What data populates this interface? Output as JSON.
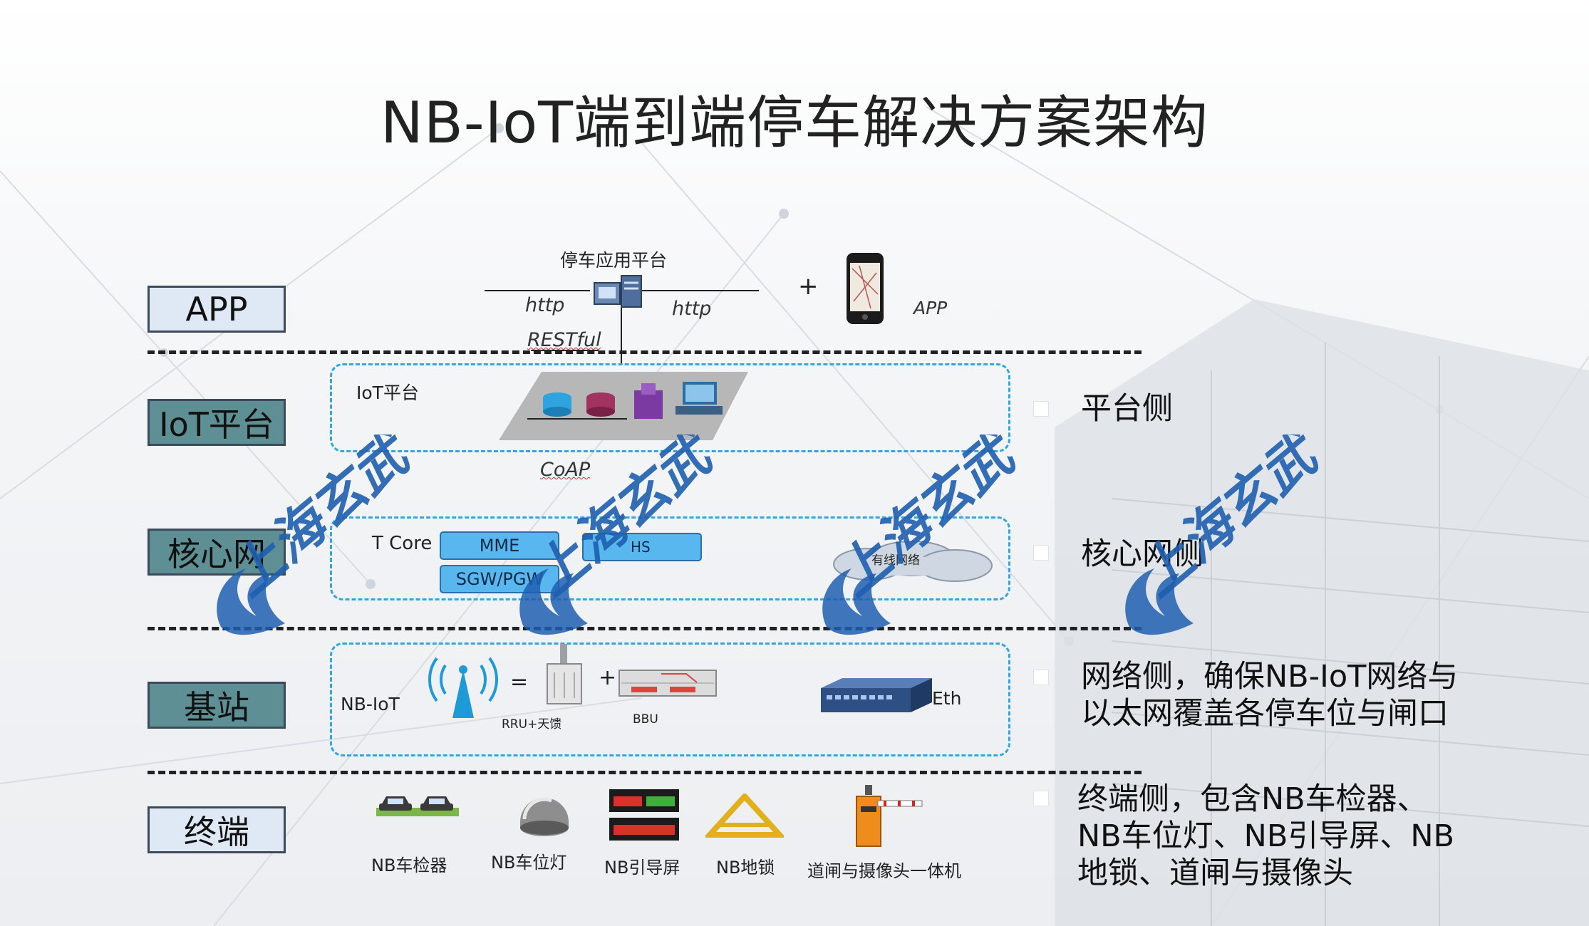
{
  "title": "NB-IoT端到端停车解决方案架构",
  "layers": {
    "app": "APP",
    "iot": "IoT平台",
    "core": "核心网",
    "base": "基站",
    "terminal": "终端"
  },
  "app_section": {
    "platform_label": "停车应用平台",
    "http_left": "http",
    "http_right": "http",
    "restful": "RESTful",
    "plus": "+",
    "app_label": "APP"
  },
  "iot_section": {
    "platform_label": "IoT平台",
    "coap": "CoAP"
  },
  "core_section": {
    "epc_label": "T Core",
    "mme": "MME",
    "sgw": "SGW/PGW",
    "hss": "HS",
    "cloud": "有线网络"
  },
  "base_section": {
    "nbiot": "NB-IoT",
    "equals": "=",
    "plus": "+",
    "rru": "RRU+天馈",
    "bbu": "BBU",
    "eth": "Eth"
  },
  "terminals": [
    {
      "label": "NB车检器",
      "icon": "car-detector-icon"
    },
    {
      "label": "NB车位灯",
      "icon": "space-light-icon"
    },
    {
      "label": "NB引导屏",
      "icon": "guide-screen-icon"
    },
    {
      "label": "NB地锁",
      "icon": "ground-lock-icon"
    },
    {
      "label": "道闸与摄像头一体机",
      "icon": "barrier-gate-icon"
    }
  ],
  "sides": {
    "platform": "平台侧",
    "core": "核心网侧",
    "network_line1": "网络侧，确保NB-IoT网络与",
    "network_line2": "以太网覆盖各停车位与闸口",
    "terminal_line1": "终端侧，包含NB车检器、",
    "terminal_line2": "NB车位灯、NB引导屏、NB",
    "terminal_line3": "地锁、道闸与摄像头"
  },
  "watermark": "上海玄武",
  "colors": {
    "zone_border": "#33a6df",
    "label_teal": "#5d8f95",
    "label_light": "#dfe9f5",
    "box_blue": "#58b7ee",
    "watermark_blue": "#1f5fb0"
  }
}
